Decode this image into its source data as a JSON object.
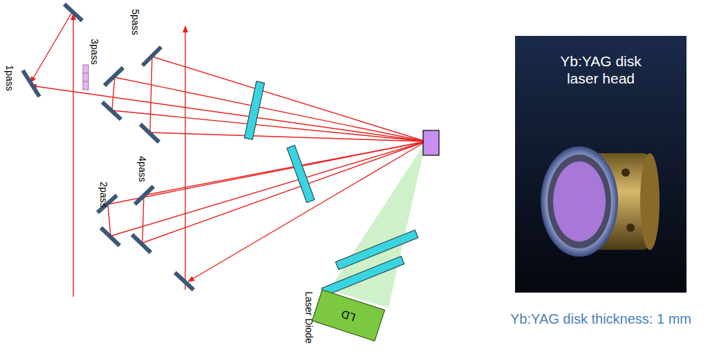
{
  "diagram": {
    "caption": "Yb:YAG disk thickness: 1 mm",
    "nodes": [
      {
        "text": [
          "LD"
        ]
      },
      {
        "text": [
          "Yb:YAG disk laser head"
        ]
      }
    ],
    "labels": [
      "1pass",
      "3pass",
      "5pass",
      "4pass",
      "2pass",
      "Laser Diode"
    ]
  }
}
